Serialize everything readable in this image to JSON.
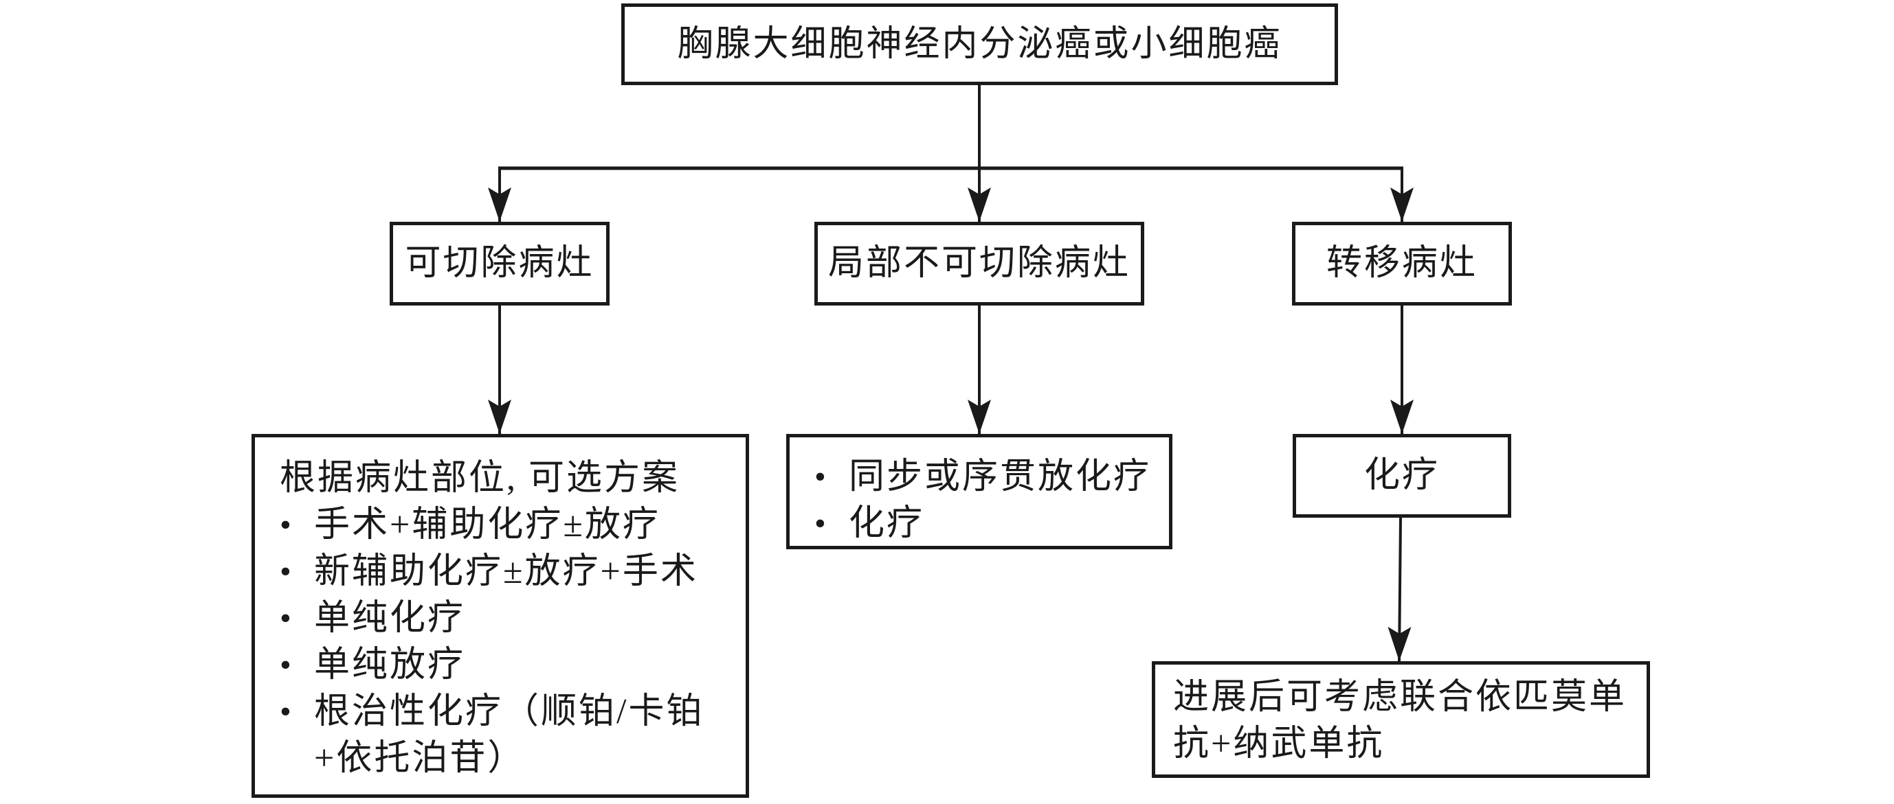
{
  "diagram": {
    "colors": {
      "line": "#1a1a1a",
      "text": "#1a1a1a",
      "background": "#ffffff"
    },
    "bullet_marker": "•",
    "nodes": {
      "root": "胸腺大细胞神经内分泌癌或小细胞癌",
      "resectable": "可切除病灶",
      "locally_unresectable": "局部不可切除病灶",
      "metastatic": "转移病灶",
      "chemo": "化疗",
      "progression": "进展后可考虑联合依匹莫单抗+纳武单抗"
    },
    "resectable_plan": {
      "header": "根据病灶部位, 可选方案",
      "items": [
        "手术+辅助化疗±放疗",
        "新辅助化疗±放疗+手术",
        "单纯化疗",
        "单纯放疗",
        "根治性化疗（顺铂/卡铂+依托泊苷）"
      ]
    },
    "locally_unresectable_plan": {
      "items": [
        "同步或序贯放化疗",
        "化疗"
      ]
    }
  }
}
